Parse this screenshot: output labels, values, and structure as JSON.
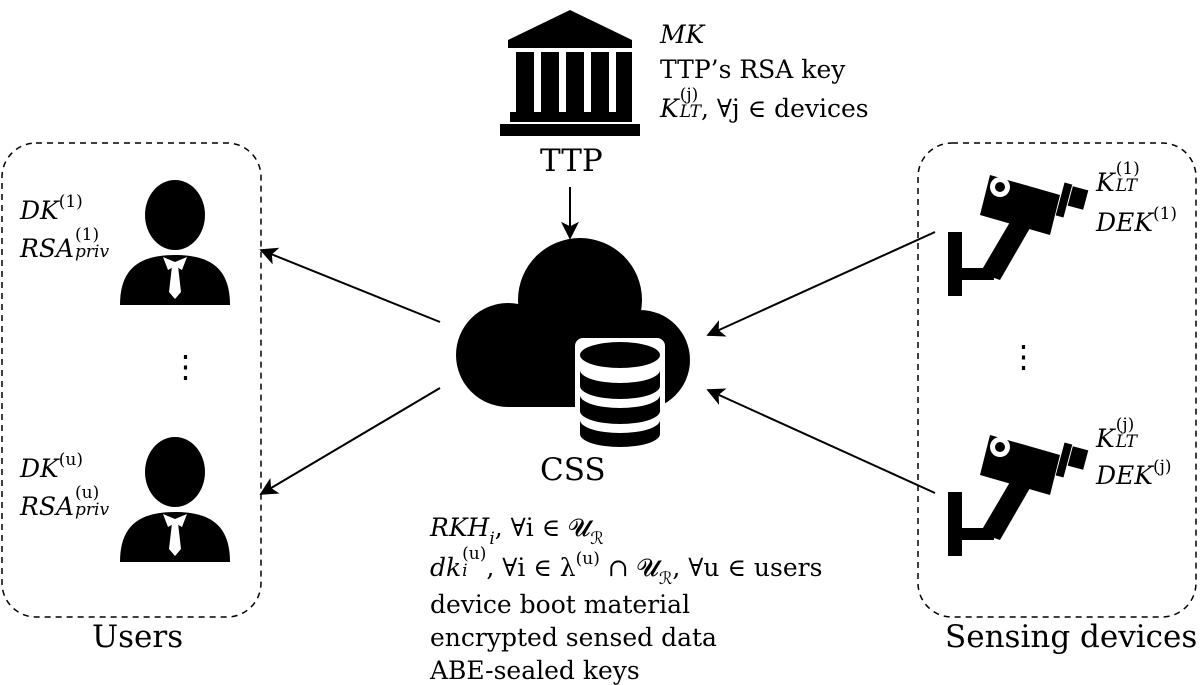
{
  "ttp": {
    "label": "TTP",
    "keys": [
      "MK",
      "TTP’s RSA key",
      "K",
      "(j)",
      "LT",
      ", ∀j ∈ devices"
    ]
  },
  "css": {
    "label": "CSS",
    "items": [
      "RKH",
      "i",
      ", ∀i ∈ 𝓤",
      "ℛ",
      "dk",
      "(u)",
      "i",
      ", ∀i ∈ λ",
      "(u)",
      " ∩ 𝓤",
      "ℛ",
      ", ∀u ∈ users",
      "device boot material",
      "encrypted sensed data",
      "ABE-sealed keys"
    ]
  },
  "users": {
    "group_label": "Users",
    "user1": {
      "dk": "DK",
      "dk_sup": "(1)",
      "rsa": "RSA",
      "rsa_sup": "(1)",
      "rsa_sub": "priv"
    },
    "useru": {
      "dk": "DK",
      "dk_sup": "(u)",
      "rsa": "RSA",
      "rsa_sup": "(u)",
      "rsa_sub": "priv"
    },
    "ellipsis": "⋮"
  },
  "devices": {
    "group_label": "Sensing devices",
    "dev1": {
      "k": "K",
      "k_sup": "(1)",
      "k_sub": "LT",
      "dek": "DEK",
      "dek_sup": "(1)"
    },
    "devj": {
      "k": "K",
      "k_sup": "(j)",
      "k_sub": "LT",
      "dek": "DEK",
      "dek_sup": "(j)"
    },
    "ellipsis": "⋮"
  },
  "icons": [
    "bank-icon",
    "cloud-database-icon",
    "user-icon",
    "security-camera-icon"
  ]
}
